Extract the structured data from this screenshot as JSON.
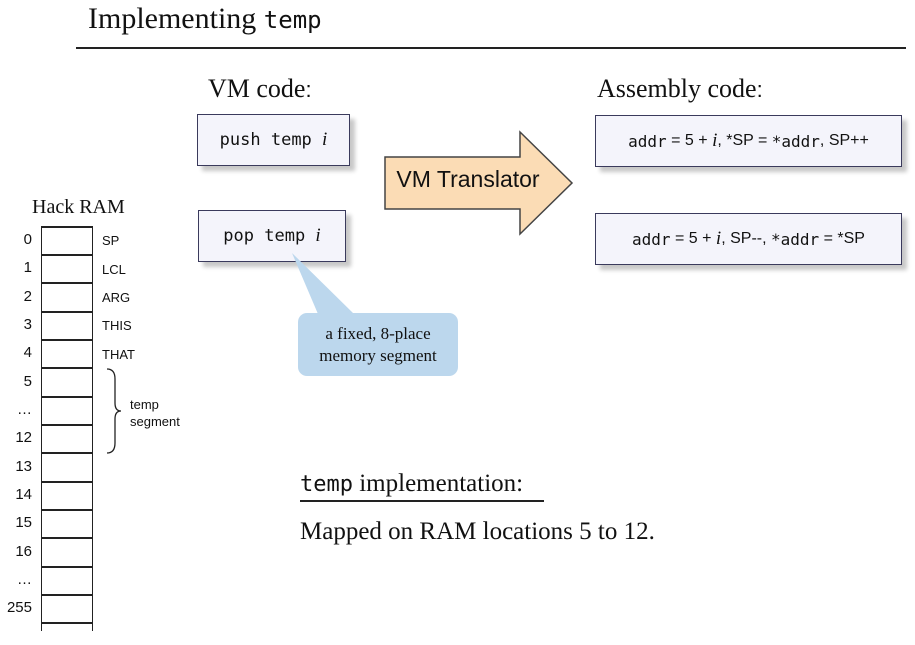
{
  "title": {
    "prefix": "Implementing ",
    "code": "temp"
  },
  "vm_heading": "VM code",
  "asm_heading": "Assembly code",
  "colon": ":",
  "vm_code": [
    {
      "mono": "push temp ",
      "var": "i"
    },
    {
      "mono": "pop temp ",
      "var": "i"
    }
  ],
  "translator_label": "VM Translator",
  "asm_code": [
    {
      "p1": "addr",
      "p2": " = 5 + ",
      "var": "i",
      "p3": ", *SP = ",
      "p4": "*addr",
      "p5": ", SP++"
    },
    {
      "p1": "addr",
      "p2": " = 5 + ",
      "var": "i",
      "p3": ", SP--, ",
      "p4": "*addr",
      "p5": " = *SP"
    }
  ],
  "callout": {
    "line1": "a fixed, 8-place",
    "line2": "memory segment"
  },
  "ram": {
    "label": "Hack RAM",
    "indices": [
      "0",
      "1",
      "2",
      "3",
      "4",
      "5",
      "…",
      "12",
      "13",
      "14",
      "15",
      "16",
      "…",
      "255"
    ],
    "registers": [
      "SP",
      "LCL",
      "ARG",
      "THIS",
      "THAT"
    ],
    "temp_label": {
      "line1": "temp",
      "line2": "segment"
    }
  },
  "impl": {
    "code": "temp",
    "heading_rest": " implementation:",
    "text": "Mapped on RAM locations 5 to 12."
  },
  "colors": {
    "arrow_fill": "#fbdcb5",
    "callout_fill": "#bcd7ed",
    "box_fill": "#f4f4fb"
  }
}
